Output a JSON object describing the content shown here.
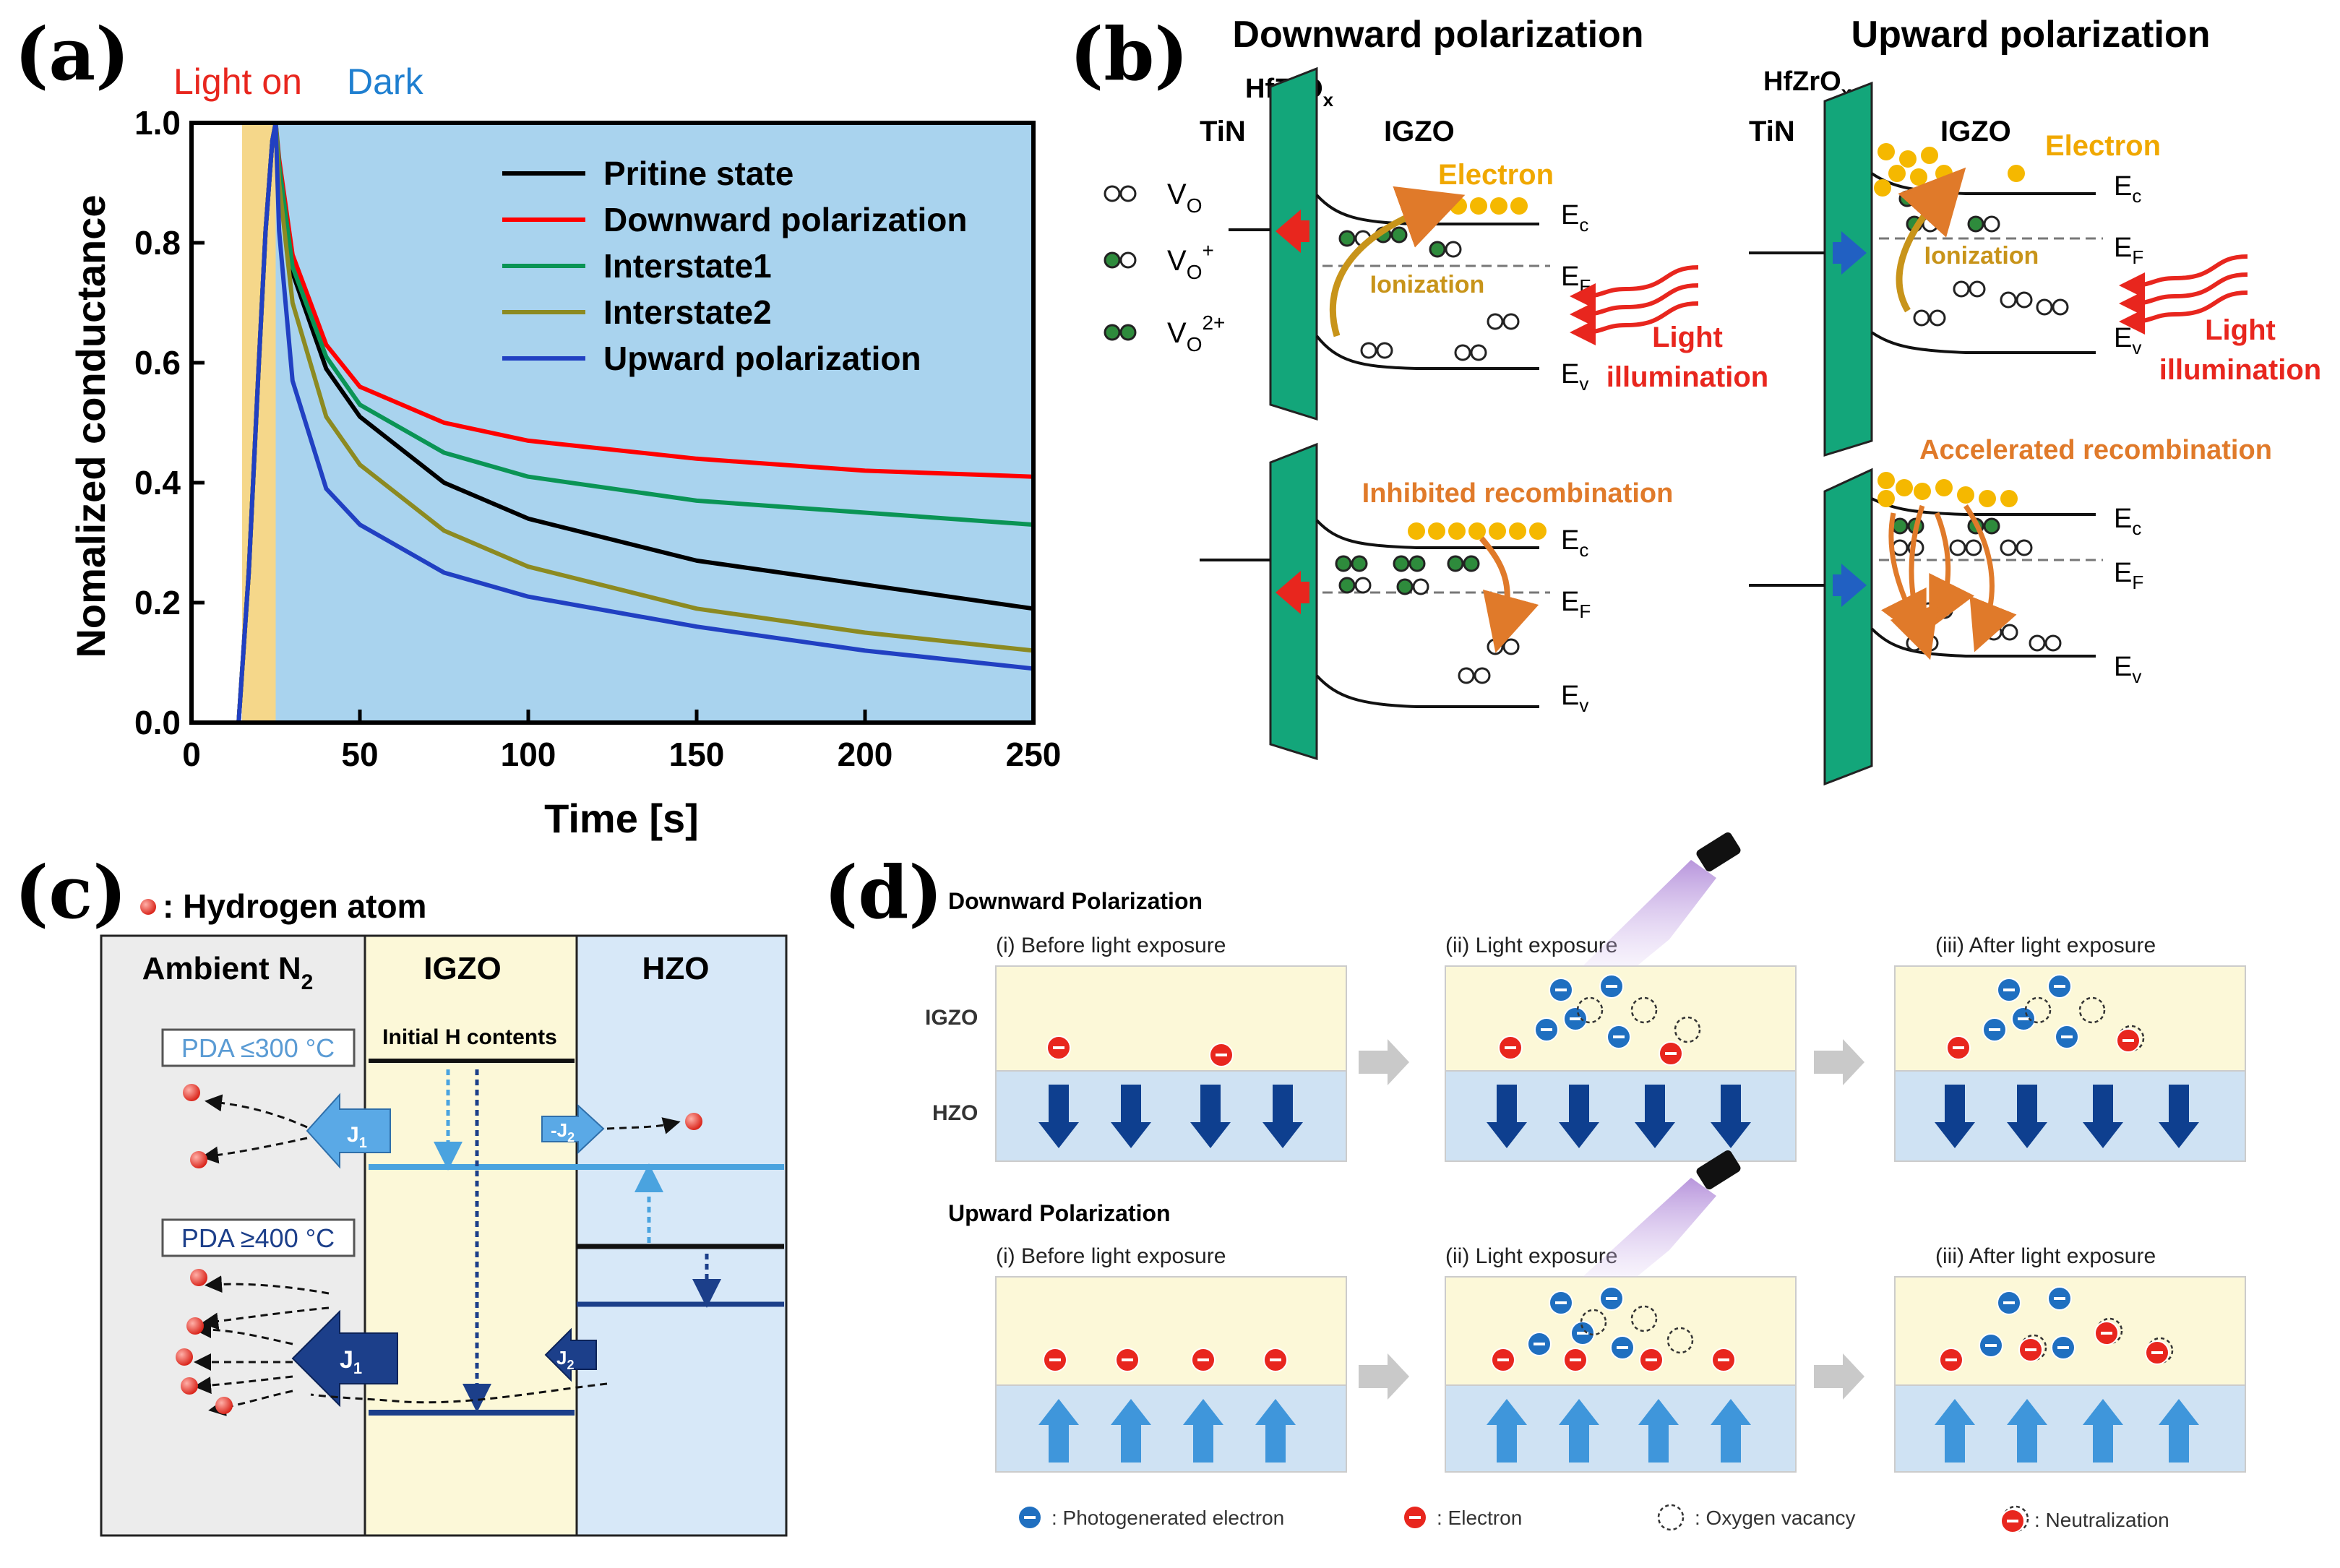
{
  "panel_a": {
    "label": "(a)",
    "light_on": "Light on",
    "dark": "Dark",
    "xlabel": "Time [s]",
    "ylabel": "Nomalized conductance",
    "colors": {
      "light": "#f5d78a",
      "dark": "#a9d3ee"
    }
  },
  "chart_data": {
    "type": "line",
    "xlabel": "Time [s]",
    "ylabel": "Nomalized conductance",
    "xlim": [
      0,
      250
    ],
    "ylim": [
      0,
      1.0
    ],
    "xticks": [
      0,
      50,
      100,
      150,
      200,
      250
    ],
    "yticks": [
      "0.0",
      "0.2",
      "0.4",
      "0.6",
      "0.8",
      "1.0"
    ],
    "light_region": [
      15,
      25
    ],
    "dark_region": [
      25,
      250
    ],
    "legend": "top-right",
    "series": [
      {
        "name": "Pritine state",
        "color": "#000000",
        "x": [
          0,
          14,
          17,
          20,
          22,
          24,
          25,
          26,
          30,
          40,
          50,
          75,
          100,
          150,
          200,
          250
        ],
        "y": [
          0,
          0,
          0.25,
          0.6,
          0.82,
          0.97,
          1.0,
          0.92,
          0.75,
          0.59,
          0.51,
          0.4,
          0.34,
          0.27,
          0.23,
          0.19
        ]
      },
      {
        "name": "Downward polarization",
        "color": "#ff0000",
        "x": [
          0,
          14,
          17,
          20,
          22,
          24,
          25,
          26,
          30,
          40,
          50,
          75,
          100,
          150,
          200,
          250
        ],
        "y": [
          0,
          0,
          0.25,
          0.6,
          0.82,
          0.97,
          1.0,
          0.94,
          0.78,
          0.63,
          0.56,
          0.5,
          0.47,
          0.44,
          0.42,
          0.41
        ]
      },
      {
        "name": "Interstate1",
        "color": "#0a9455",
        "x": [
          0,
          14,
          17,
          20,
          22,
          24,
          25,
          26,
          30,
          40,
          50,
          75,
          100,
          150,
          200,
          250
        ],
        "y": [
          0,
          0,
          0.25,
          0.6,
          0.82,
          0.97,
          1.0,
          0.93,
          0.76,
          0.61,
          0.53,
          0.45,
          0.41,
          0.37,
          0.35,
          0.33
        ]
      },
      {
        "name": "Interstate2",
        "color": "#8c8a21",
        "x": [
          0,
          14,
          17,
          20,
          22,
          24,
          25,
          26,
          30,
          40,
          50,
          75,
          100,
          150,
          200,
          250
        ],
        "y": [
          0,
          0,
          0.25,
          0.6,
          0.82,
          0.97,
          1.0,
          0.9,
          0.7,
          0.51,
          0.43,
          0.32,
          0.26,
          0.19,
          0.15,
          0.12
        ]
      },
      {
        "name": "Upward polarization",
        "color": "#2140c2",
        "x": [
          0,
          14,
          17,
          20,
          22,
          24,
          25,
          26,
          30,
          40,
          50,
          75,
          100,
          150,
          200,
          250
        ],
        "y": [
          0,
          0,
          0.25,
          0.6,
          0.82,
          0.97,
          1.0,
          0.82,
          0.57,
          0.39,
          0.33,
          0.25,
          0.21,
          0.16,
          0.12,
          0.09
        ]
      }
    ]
  },
  "panel_b": {
    "label": "(b)",
    "down_title": "Downward polarization",
    "up_title": "Upward polarization",
    "hfzro": "HfZrO",
    "hfzro_sub": "x",
    "tin": "TiN",
    "igzo": "IGZO",
    "electron": "Electron",
    "ionization": "Ionization",
    "light1": "Light",
    "light2": "illumination",
    "inhibited": "Inhibited recombination",
    "accelerated": "Accelerated recombination",
    "vo": "V",
    "vo_sub": "O",
    "vo_plus": "+",
    "vo_2plus": "2+",
    "ec": "E",
    "ec_sub": "c",
    "ef": "E",
    "ef_sub": "F",
    "ev": "E",
    "ev_sub": "v"
  },
  "panel_c": {
    "label": "(c)",
    "legend": ": Hydrogen atom",
    "ambient": "Ambient N",
    "ambient_sub": "2",
    "igzo": "IGZO",
    "hzo": "HZO",
    "initial": "Initial H contents",
    "pda_low": "PDA ≤300 °C",
    "pda_high": "PDA ≥400 °C",
    "j1": "J",
    "j1_sub": "1",
    "j2": "-J",
    "j2_sub": "2",
    "j2b": "J",
    "j2b_sub": "2"
  },
  "panel_d": {
    "label": "(d)",
    "down_title": "Downward Polarization",
    "up_title": "Upward Polarization",
    "step1": "(i) Before light exposure",
    "step2": "(ii) Light exposure",
    "step3": "(iii) After light exposure",
    "igzo": "IGZO",
    "hzo": "HZO",
    "legend_photo": ": Photogenerated electron",
    "legend_electron": ": Electron",
    "legend_vacancy": ": Oxygen vacancy",
    "legend_neutral": ": Neutralization"
  }
}
